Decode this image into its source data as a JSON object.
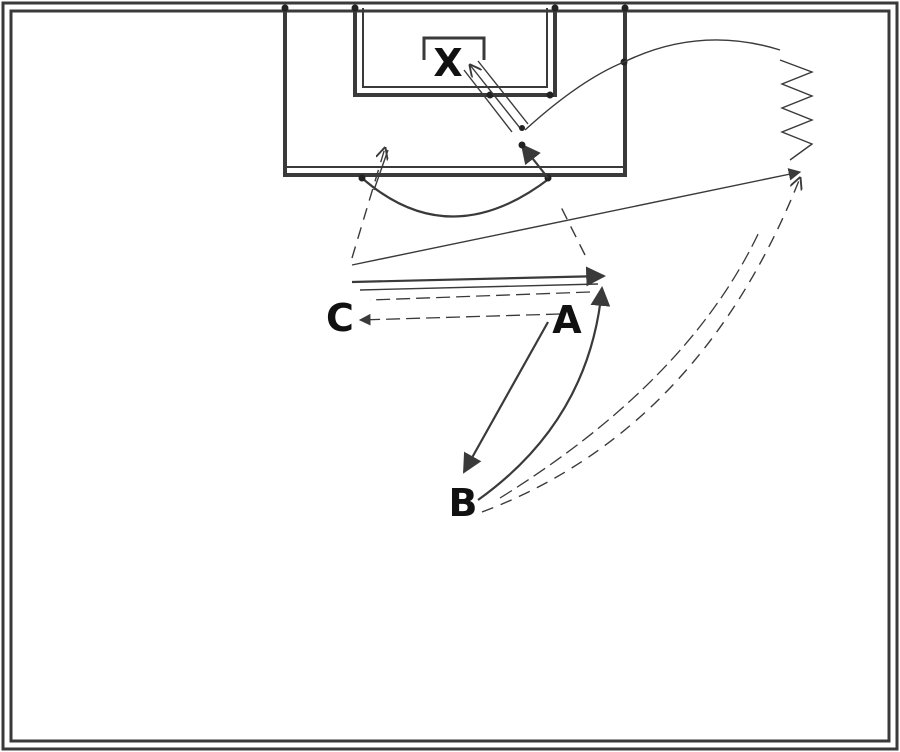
{
  "players": {
    "a": "A",
    "b": "B",
    "c": "C",
    "x": "X"
  },
  "colors": {
    "line": "#3a3a3a",
    "background": "#ffffff",
    "label": "#111111"
  }
}
